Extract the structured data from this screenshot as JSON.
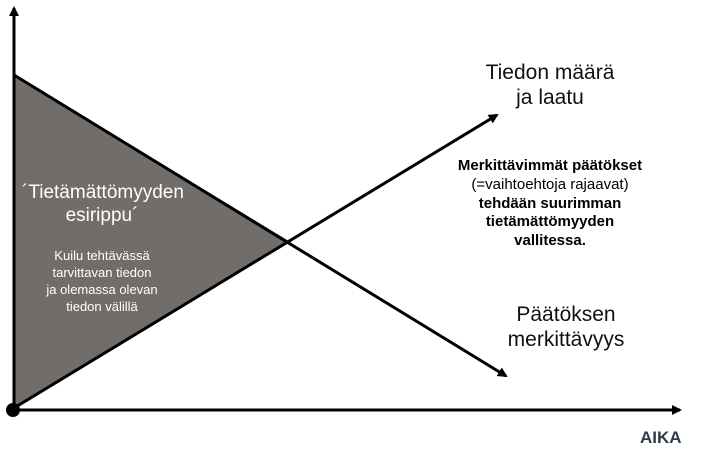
{
  "colors": {
    "shade": "#716d6b",
    "axis": "#000000",
    "time_label": "#2f3a4a"
  },
  "axis_x_label": "AIKA",
  "curtain": {
    "title_lines": [
      "´Tietämättömyyden",
      "esirippu´"
    ],
    "desc_lines": [
      "Kuilu tehtävässä",
      "tarvittavan tiedon",
      "ja olemassa olevan",
      "tiedon välillä"
    ]
  },
  "rising_line_label": [
    "Tiedon määrä",
    "ja laatu"
  ],
  "falling_line_label": [
    "Päätöksen",
    "merkittävyys"
  ],
  "note": {
    "line1": "Merkittävimmät päätökset",
    "line2": "(=vaihtoehtoja rajaavat)",
    "line3": "tehdään suurimman",
    "line4": "tietämättömyyden",
    "line5": "vallitessa."
  }
}
